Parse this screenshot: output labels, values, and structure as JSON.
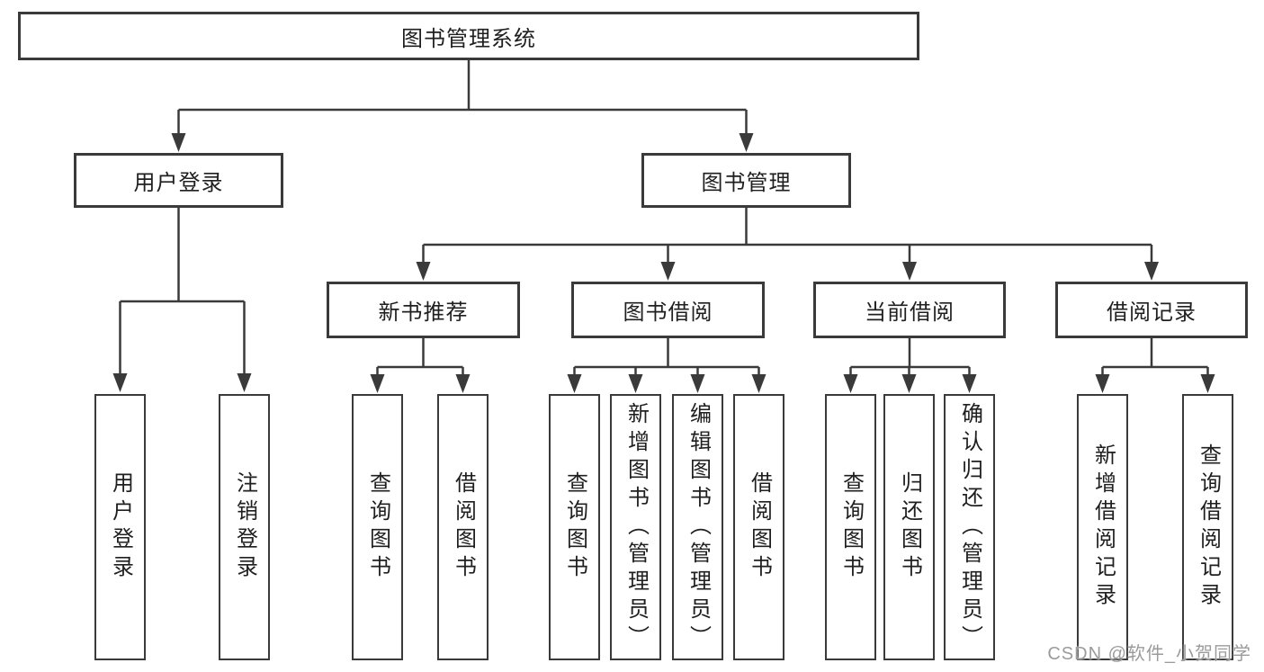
{
  "meta": {
    "background_color": "#ffffff",
    "line_color": "#3a3a3a",
    "box_border_color": "#3a3a3a",
    "text_color": "#1f1f1f",
    "watermark_color": "#9b9b9b",
    "diagram_type": "hierarchy-tree"
  },
  "root": {
    "label": "图书管理系统"
  },
  "level1": {
    "user_login": {
      "label": "用户登录"
    },
    "book_management": {
      "label": "图书管理"
    }
  },
  "level2": {
    "new_book_recommend": {
      "label": "新书推荐"
    },
    "book_borrow": {
      "label": "图书借阅"
    },
    "current_borrow": {
      "label": "当前借阅"
    },
    "borrow_records": {
      "label": "借阅记录"
    }
  },
  "leaves": {
    "user_login": "用户登录",
    "logout": "注销登录",
    "rec_query_books": "查询图书",
    "rec_borrow_books": "借阅图书",
    "bor_query_books": "查询图书",
    "bor_add_books": "新增图书（管理员）",
    "bor_edit_books": "编辑图书（管理员）",
    "bor_borrow_books": "借阅图书",
    "cur_query_books": "查询图书",
    "cur_return_books": "归还图书",
    "cur_confirm_return": "确认归还（管理员）",
    "recd_add_record": "新增借阅记录",
    "recd_query_record": "查询借阅记录"
  },
  "watermark": {
    "text": "CSDN @软件_小贺同学"
  }
}
